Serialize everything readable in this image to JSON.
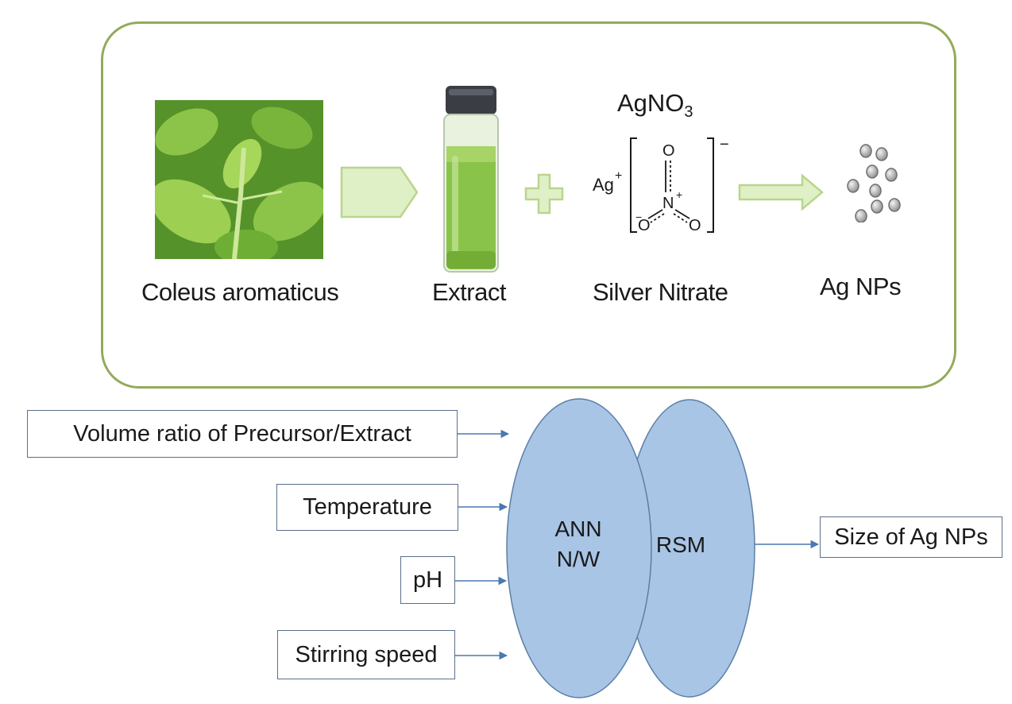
{
  "synthesis": {
    "plant_label": "Coleus aromaticus",
    "extract_label": "Extract",
    "formula_main": "AgNO",
    "formula_sub": "3",
    "silver_label": "Silver Nitrate",
    "nanoparticle_label": "Ag NPs",
    "structure": {
      "cation": "Ag",
      "cation_charge": "+",
      "anion_charge": "−",
      "atom_o_top": "O",
      "atom_n": "N",
      "atom_n_charge": "+",
      "atom_o_left": "O",
      "atom_o_left_charge": "−",
      "atom_o_right": "O"
    },
    "colors": {
      "panel_border": "#93aa5a",
      "arrow_fill": "#dff0c6",
      "arrow_stroke": "#b9d58e"
    }
  },
  "model": {
    "inputs": [
      "Volume ratio of Precursor/Extract",
      "Temperature",
      "pH",
      "Stirring speed"
    ],
    "ann_line1": "ANN",
    "ann_line2": "N/W",
    "rsm_label": "RSM",
    "output": "Size of Ag NPs",
    "colors": {
      "ellipse_fill": "#a8c5e6",
      "ellipse_stroke": "#5b7fa6",
      "arrow": "#4a78b0"
    }
  }
}
